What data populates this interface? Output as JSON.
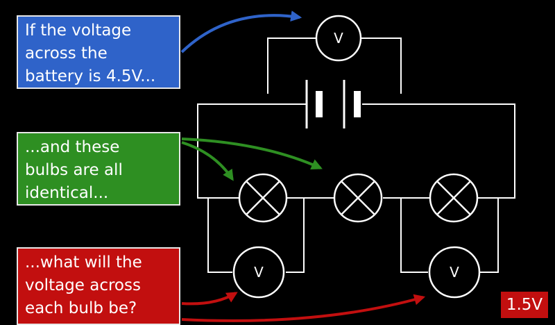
{
  "callouts": {
    "battery": {
      "lines": [
        "If the voltage",
        "across the",
        "battery is 4.5V..."
      ],
      "color": "#2f63c9"
    },
    "bulbs": {
      "lines": [
        "...and these",
        "bulbs are all",
        "identical..."
      ],
      "color": "#2e8f22"
    },
    "question": {
      "lines": [
        "...what will the",
        "voltage across",
        "each bulb be?"
      ],
      "color": "#c20f0f"
    }
  },
  "answer": {
    "label": "1.5V",
    "color": "#c20f0f"
  },
  "meters": {
    "top": "V",
    "bottom_left": "V",
    "bottom_right": "V"
  },
  "components": [
    "battery",
    "bulb",
    "bulb",
    "bulb",
    "voltmeter",
    "voltmeter",
    "voltmeter"
  ],
  "arrow_colors": {
    "blue": "#2f63c9",
    "green": "#2e8f22",
    "red": "#c20f0f"
  }
}
